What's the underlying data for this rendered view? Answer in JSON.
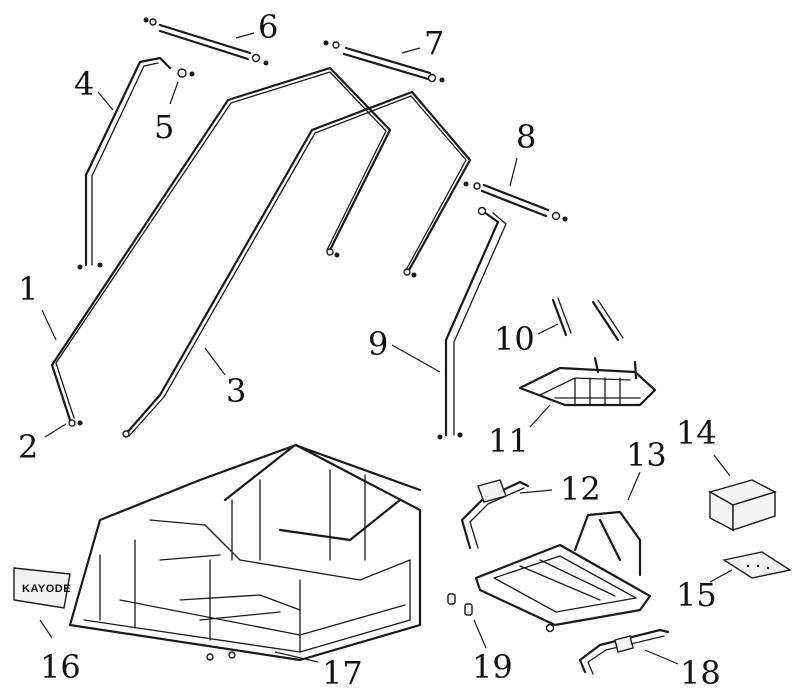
{
  "diagram": {
    "callouts": [
      {
        "id": "1",
        "label": "1"
      },
      {
        "id": "2",
        "label": "2"
      },
      {
        "id": "3",
        "label": "3"
      },
      {
        "id": "4",
        "label": "4"
      },
      {
        "id": "5",
        "label": "5"
      },
      {
        "id": "6",
        "label": "6"
      },
      {
        "id": "7",
        "label": "7"
      },
      {
        "id": "8",
        "label": "8"
      },
      {
        "id": "9",
        "label": "9"
      },
      {
        "id": "10",
        "label": "10"
      },
      {
        "id": "11",
        "label": "11"
      },
      {
        "id": "12",
        "label": "12"
      },
      {
        "id": "13",
        "label": "13"
      },
      {
        "id": "14",
        "label": "14"
      },
      {
        "id": "15",
        "label": "15"
      },
      {
        "id": "16",
        "label": "16"
      },
      {
        "id": "17",
        "label": "17"
      },
      {
        "id": "18",
        "label": "18"
      },
      {
        "id": "19",
        "label": "19"
      }
    ],
    "logo_plate_text": "KAYODE"
  }
}
